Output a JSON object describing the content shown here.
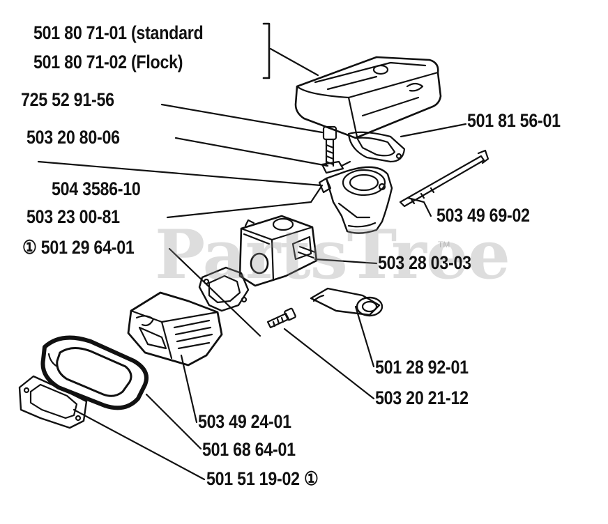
{
  "labels": {
    "air_filter_standard": "501 80 71-01 (standard",
    "air_filter_flock": "501 80 71-02 (Flock)",
    "screw_top": "725 52 91-56",
    "washer": "503 20 80-06",
    "bracket_a": "504 3586-10",
    "bracket_b": "503 23 00-81",
    "gasket_top": "501 81 56-01",
    "long_rod": "503 49 69-02",
    "intake_gasket": "501 29 64-01",
    "carburetor": "503 28 03-03",
    "fuel_filter": "501 28 92-01",
    "bolt": "503 20 21-12",
    "intake_adapter": "503 49 24-01",
    "rubber_boot": "501 68 64-01",
    "flange_gasket": "501 51 19-02"
  },
  "markers": {
    "circled_one": "①"
  },
  "watermark": {
    "text": "PartsTree",
    "tm": "TM"
  }
}
